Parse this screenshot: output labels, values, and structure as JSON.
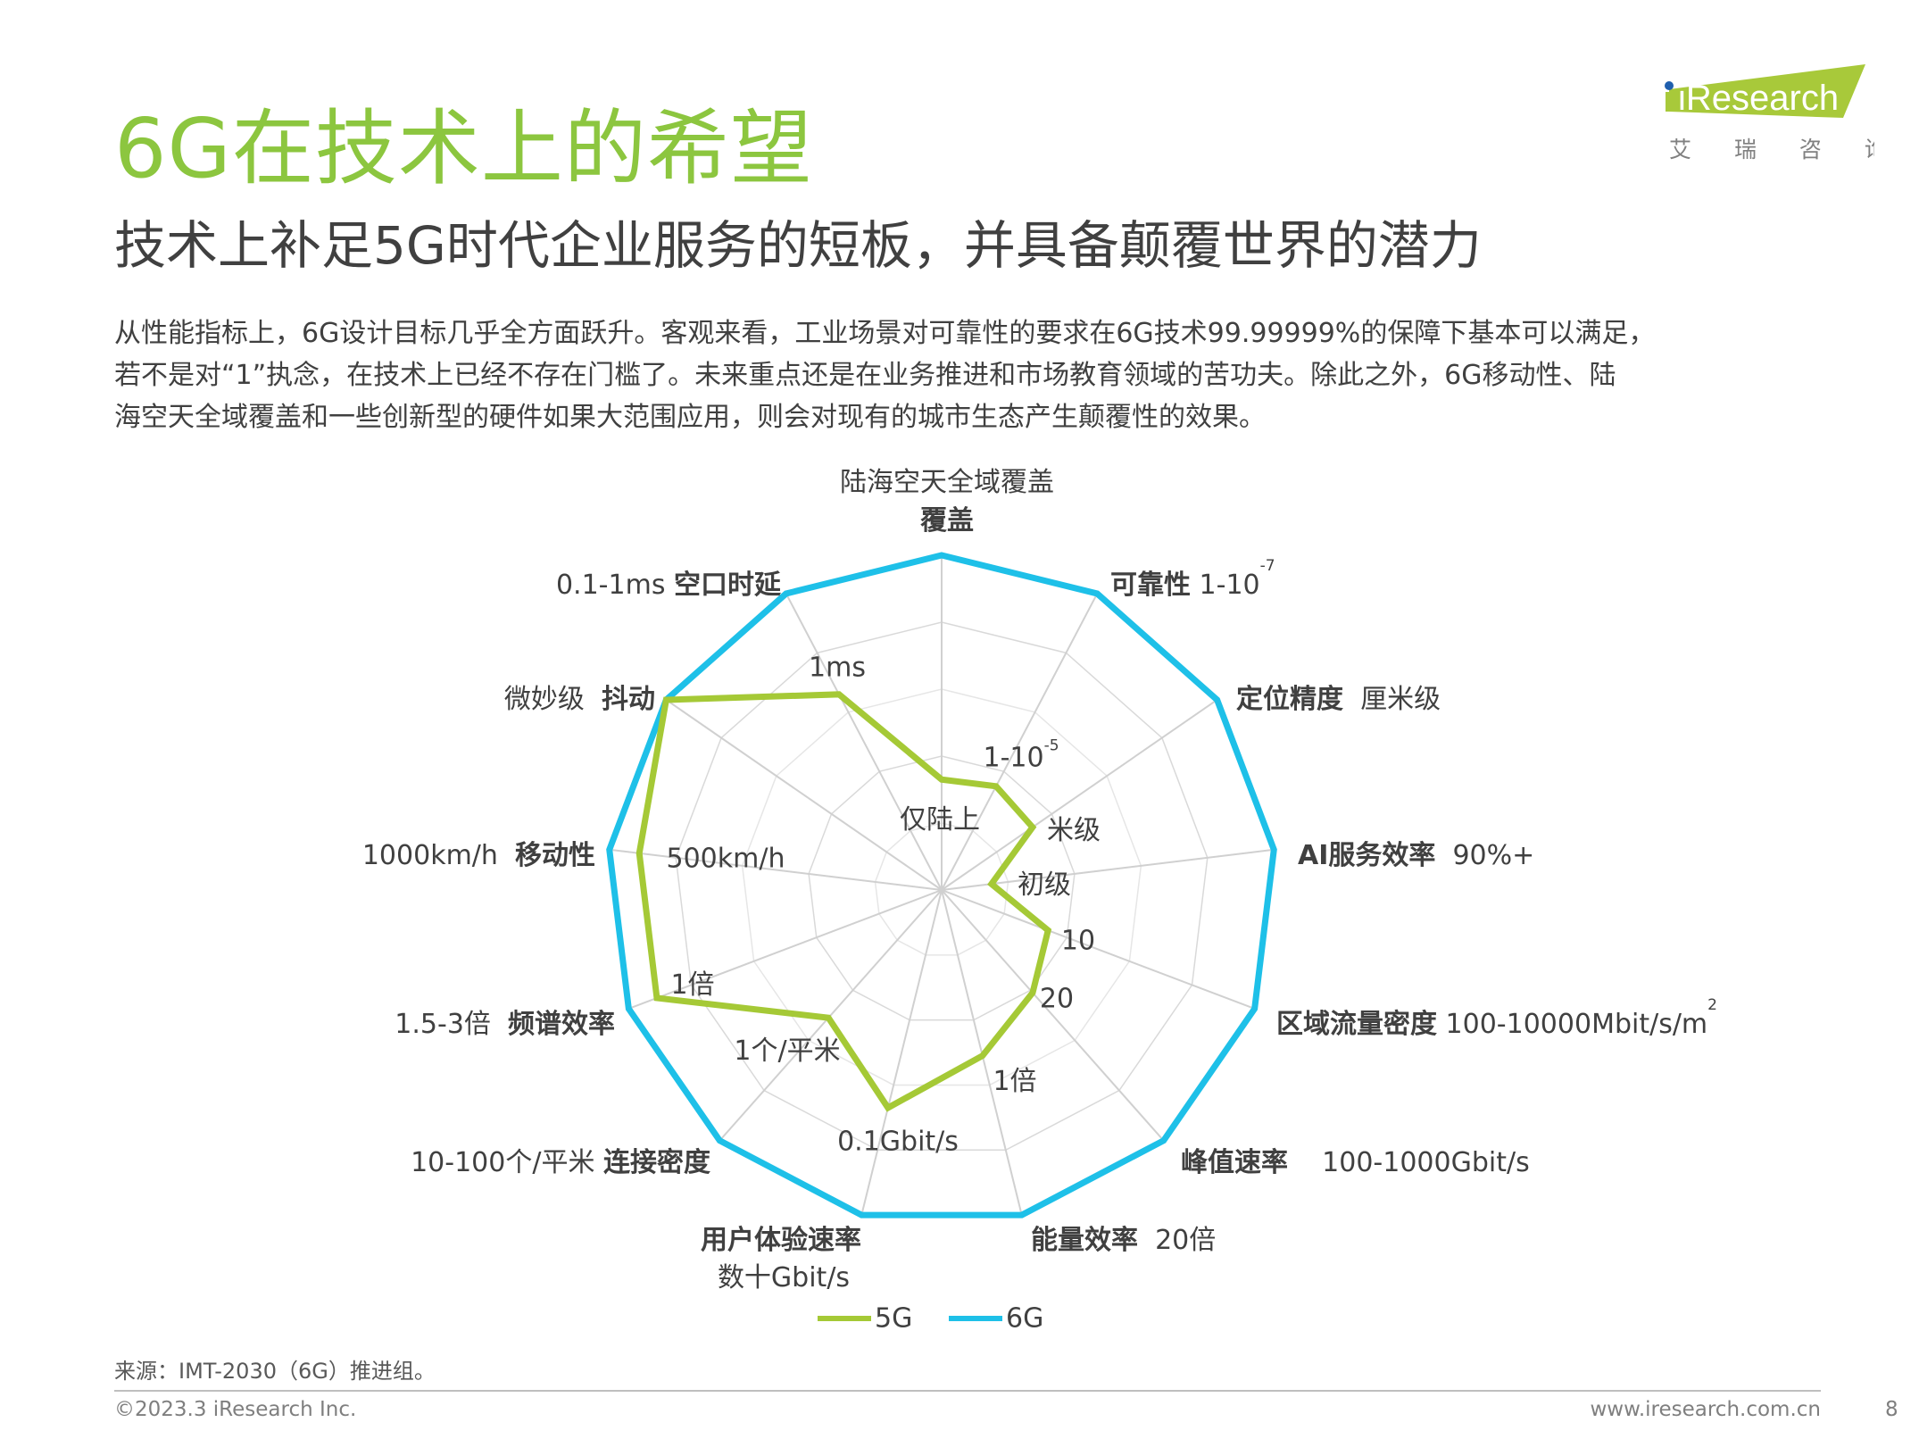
{
  "header": {
    "title": "6G在技术上的希望",
    "subtitle": "技术上补足5G时代企业服务的短板，并具备颠覆世界的潜力"
  },
  "logo": {
    "brand": "iResearch",
    "brand_cn": "艾 瑞 咨 询",
    "colors": {
      "green": "#a8c93a",
      "blue": "#1f5fae"
    }
  },
  "paragraph": [
    "从性能指标上，6G设计目标几乎全方面跃升。客观来看，工业场景对可靠性的要求在6G技术99.99999%的保障下基本可以满足，",
    "若不是对“1”执念，在技术上已经不存在门槛了。未来重点还是在业务推进和市场教育领域的苦功夫。除此之外，6G移动性、陆",
    "海空天全域覆盖和一些创新型的硬件如果大范围应用，则会对现有的城市生态产生颠覆性的效果。"
  ],
  "chart_data": {
    "type": "radar",
    "rmax": 5,
    "rings": 5,
    "axes": [
      "覆盖",
      "可靠性",
      "定位精度",
      "AI服务效率",
      "区域流量密度",
      "峰值速率",
      "能量效率",
      "用户体验速率",
      "连接密度",
      "频谱效率",
      "移动性",
      "抖动",
      "空口时延"
    ],
    "series": [
      {
        "name": "5G",
        "color": "#a5c936",
        "values": [
          1.65,
          1.75,
          1.65,
          0.75,
          1.7,
          2.05,
          2.55,
          3.35,
          2.55,
          4.55,
          4.55,
          5,
          3.3
        ]
      },
      {
        "name": "6G",
        "color": "#1ec0e8",
        "values": [
          5,
          5,
          5,
          5,
          5,
          5,
          5,
          5,
          5,
          5,
          5,
          5,
          5
        ]
      }
    ],
    "labels_6g": {
      "coverage_value": "陆海空天全域覆盖",
      "coverage": "覆盖",
      "reliability": "可靠性",
      "reliability_value": "1-10",
      "reliability_exp": "-7",
      "positioning": "定位精度",
      "positioning_value": "厘米级",
      "ai": "AI服务效率",
      "ai_value": "90%+",
      "area_traffic": "区域流量密度",
      "area_traffic_value": "100-10000Mbit/s/m",
      "area_traffic_exp": "2",
      "peak": "峰值速率",
      "peak_value": "100-1000Gbit/s",
      "energy": "能量效率",
      "energy_value": "20倍",
      "user_rate": "用户体验速率",
      "user_rate_value": "数十Gbit/s",
      "connection": "连接密度",
      "connection_value": "10-100个/平米",
      "spectrum": "频谱效率",
      "spectrum_value": "1.5-3倍",
      "mobility": "移动性",
      "mobility_value": "1000km/h",
      "jitter": "抖动",
      "jitter_value": "微妙级",
      "latency": "空口时延",
      "latency_value": "0.1-1ms"
    },
    "labels_5g": {
      "latency": "1ms",
      "reliability": "1-10",
      "reliability_exp": "-5",
      "coverage": "仅陆上",
      "positioning": "米级",
      "ai": "初级",
      "mobility": "500km/h",
      "area_traffic": "10",
      "peak": "20",
      "spectrum": "1倍",
      "connection": "1个/平米",
      "energy": "1倍",
      "user_rate": "0.1Gbit/s"
    },
    "legend": [
      "5G",
      "6G"
    ]
  },
  "footer": {
    "source": "来源：IMT-2030（6G）推进组。",
    "copyright": "©2023.3 iResearch Inc.",
    "site": "www.iresearch.com.cn",
    "page": "8"
  }
}
